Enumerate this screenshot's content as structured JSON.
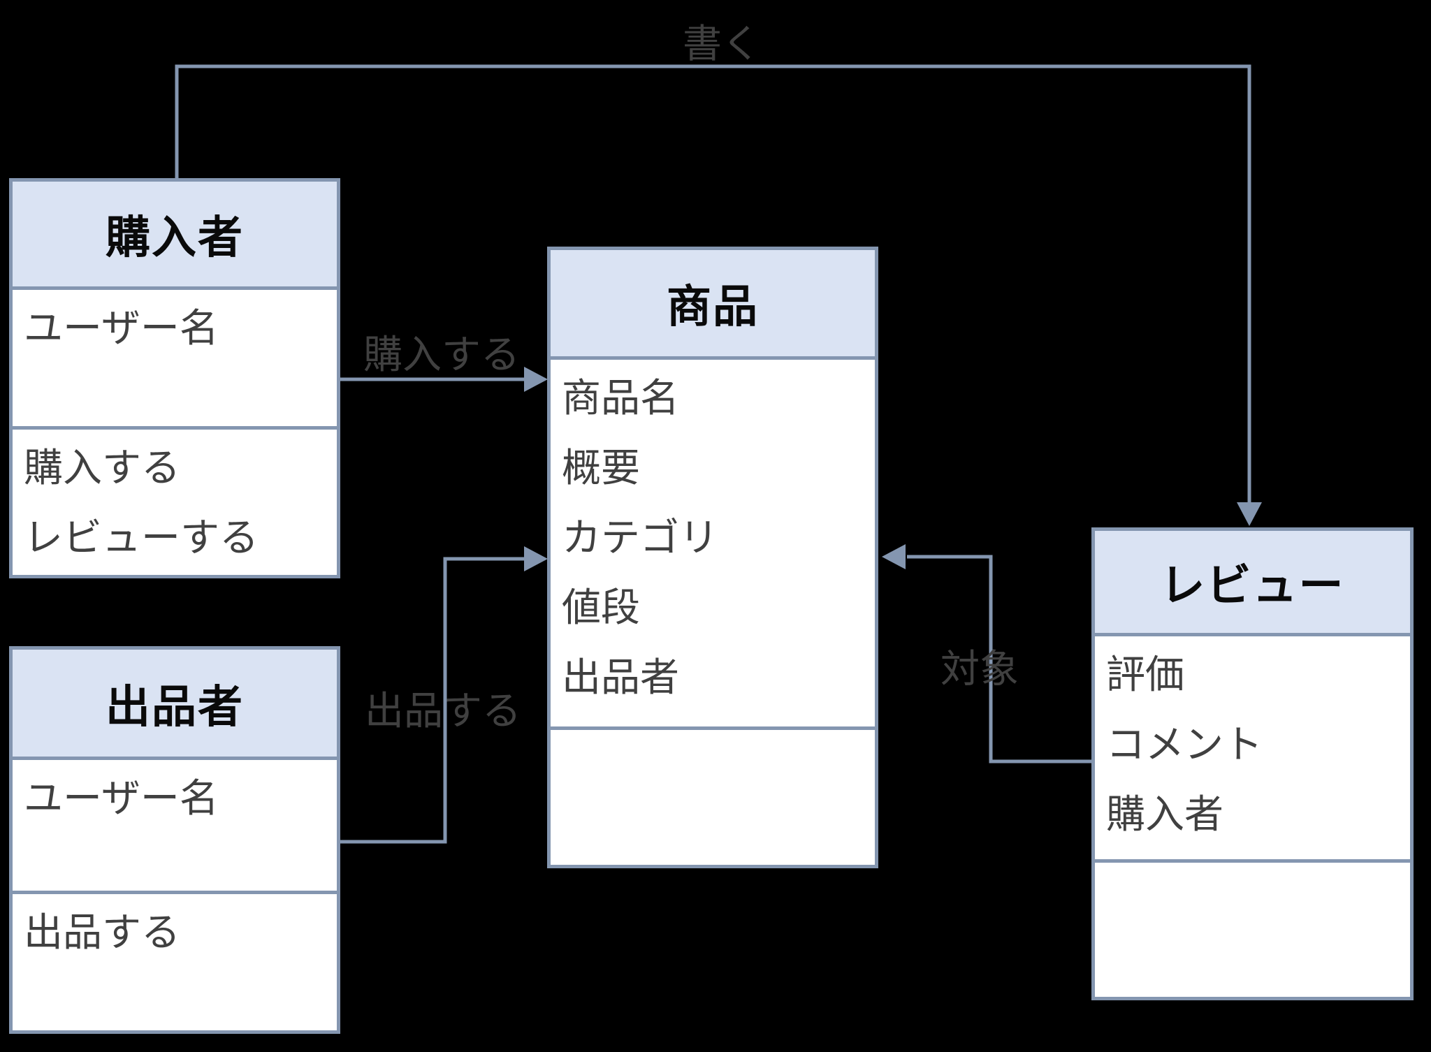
{
  "diagram": {
    "background": "#000000",
    "colors": {
      "node_border": "#8496b0",
      "header_fill": "#dae3f3",
      "body_fill": "#ffffff",
      "title_text": "#0a0a0a",
      "field_text": "#404040",
      "edge_line": "#8496b0",
      "edge_label_text": "#404040"
    },
    "nodes": [
      {
        "id": "buyer",
        "title": "購入者",
        "attributes": [
          "ユーザー名"
        ],
        "methods": [
          "購入する",
          "レビューする"
        ]
      },
      {
        "id": "product",
        "title": "商品",
        "attributes": [
          "商品名",
          "概要",
          "カテゴリ",
          "値段",
          "出品者"
        ],
        "methods": []
      },
      {
        "id": "seller",
        "title": "出品者",
        "attributes": [
          "ユーザー名"
        ],
        "methods": [
          "出品する"
        ]
      },
      {
        "id": "review",
        "title": "レビュー",
        "attributes": [
          "評価",
          "コメント",
          "購入者"
        ],
        "methods": []
      }
    ],
    "edges": [
      {
        "id": "write",
        "label": "書く",
        "from": "購入者",
        "to": "レビュー"
      },
      {
        "id": "purchase",
        "label": "購入する",
        "from": "購入者",
        "to": "商品"
      },
      {
        "id": "list",
        "label": "出品する",
        "from": "出品者",
        "to": "商品"
      },
      {
        "id": "target",
        "label": "対象",
        "from": "レビュー",
        "to": "商品"
      }
    ]
  }
}
